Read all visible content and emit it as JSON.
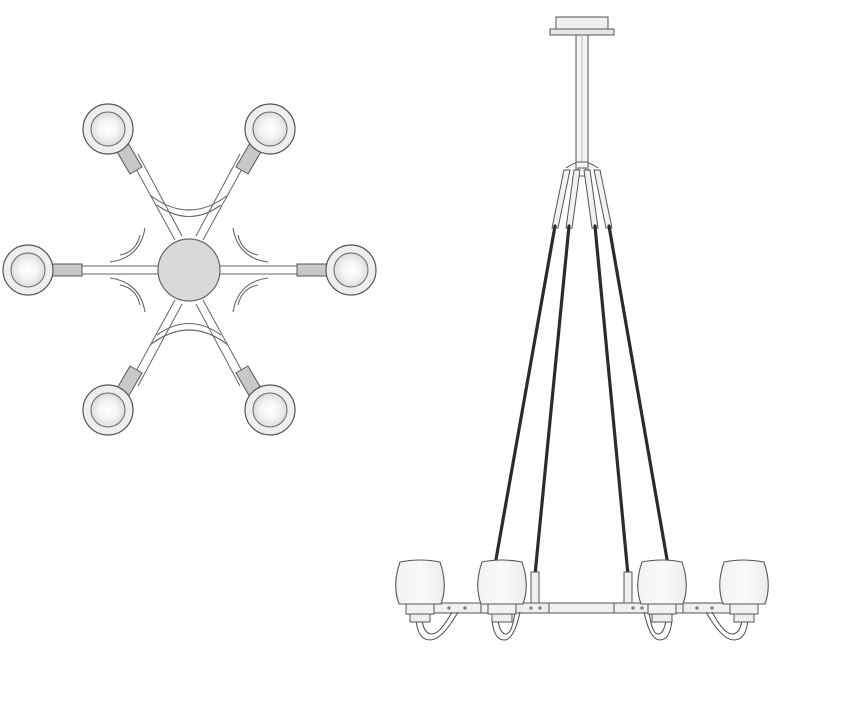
{
  "drawing": {
    "views": [
      {
        "id": "top-view",
        "description_name": "plan"
      },
      {
        "id": "side-view",
        "description_name": "elevation"
      }
    ],
    "colors": {
      "background": "#ffffff",
      "line": "#555555",
      "fill_light": "#eeeeee",
      "fill_mid": "#d8d8d8",
      "fill_hub": "#d9d9d9",
      "rod": "#2b2b2b",
      "glass": "#f7f7f7"
    },
    "fixture": {
      "arm_count": 6,
      "visible_shades_side_view": 4,
      "rods": 4
    }
  }
}
